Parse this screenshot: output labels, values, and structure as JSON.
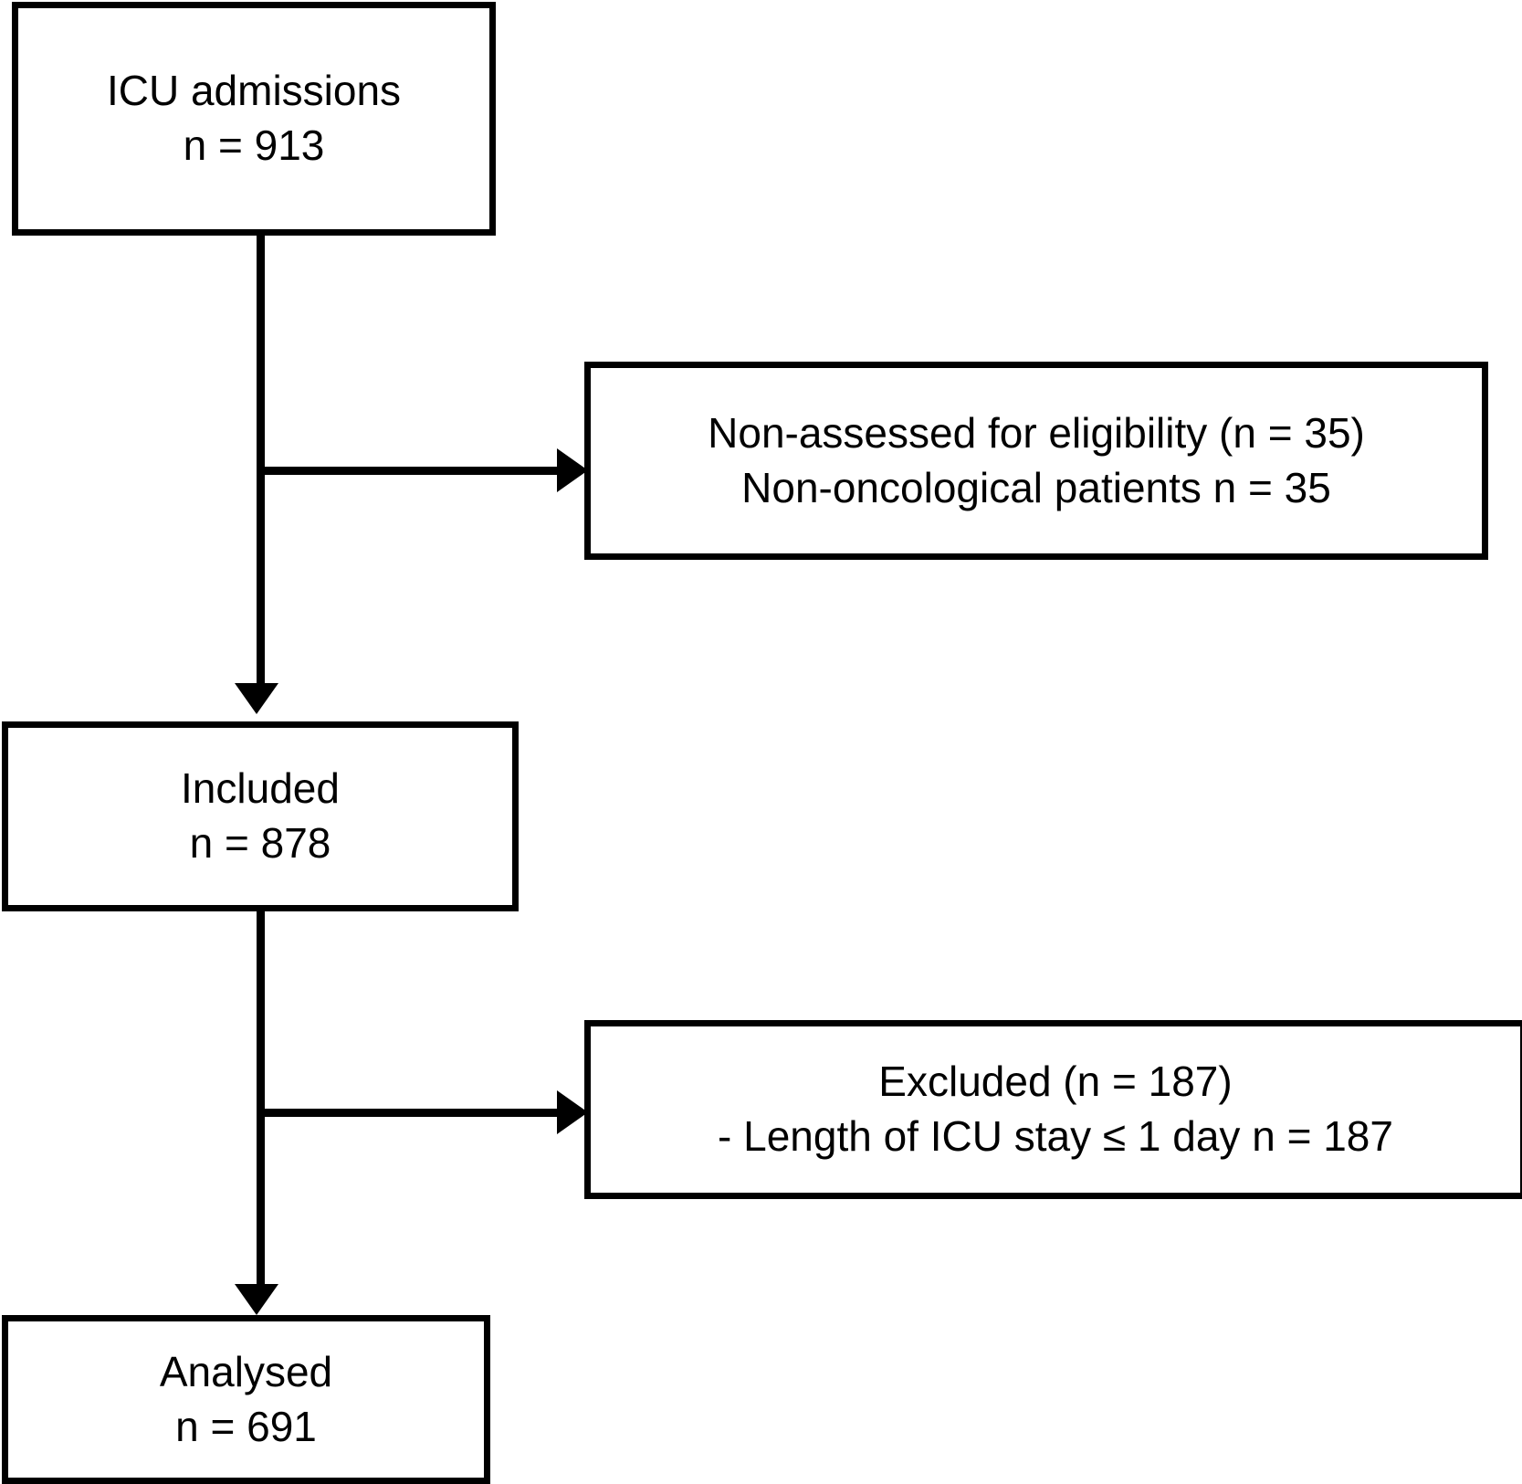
{
  "diagram": {
    "title": "Patient flow diagram",
    "type": "flowchart",
    "colors": {
      "stroke": "#000000",
      "fill": "#ffffff",
      "text": "#000000"
    },
    "nodes": [
      {
        "id": "icu-admissions",
        "line1": "ICU admissions",
        "line2": "n = 913",
        "count": 913
      },
      {
        "id": "non-assessed",
        "line1": "Non-assessed for eligibility (n = 35)",
        "line2": "Non-oncological patients n = 35",
        "count": 35
      },
      {
        "id": "included",
        "line1": "Included",
        "line2": "n = 878",
        "count": 878
      },
      {
        "id": "excluded",
        "line1": "Excluded (n = 187)",
        "line2": "- Length of ICU stay ≤ 1 day n = 187",
        "count": 187
      },
      {
        "id": "analysed",
        "line1": "Analysed",
        "line2": "n = 691",
        "count": 691
      }
    ],
    "edges": [
      {
        "id": "admissions-to-included",
        "from": "icu-admissions",
        "to": "included",
        "direction": "down"
      },
      {
        "id": "admissions-to-non-assessed",
        "from": "icu-admissions",
        "to": "non-assessed",
        "direction": "right"
      },
      {
        "id": "included-to-analysed",
        "from": "included",
        "to": "analysed",
        "direction": "down"
      },
      {
        "id": "included-to-excluded",
        "from": "included",
        "to": "excluded",
        "direction": "right"
      }
    ]
  }
}
